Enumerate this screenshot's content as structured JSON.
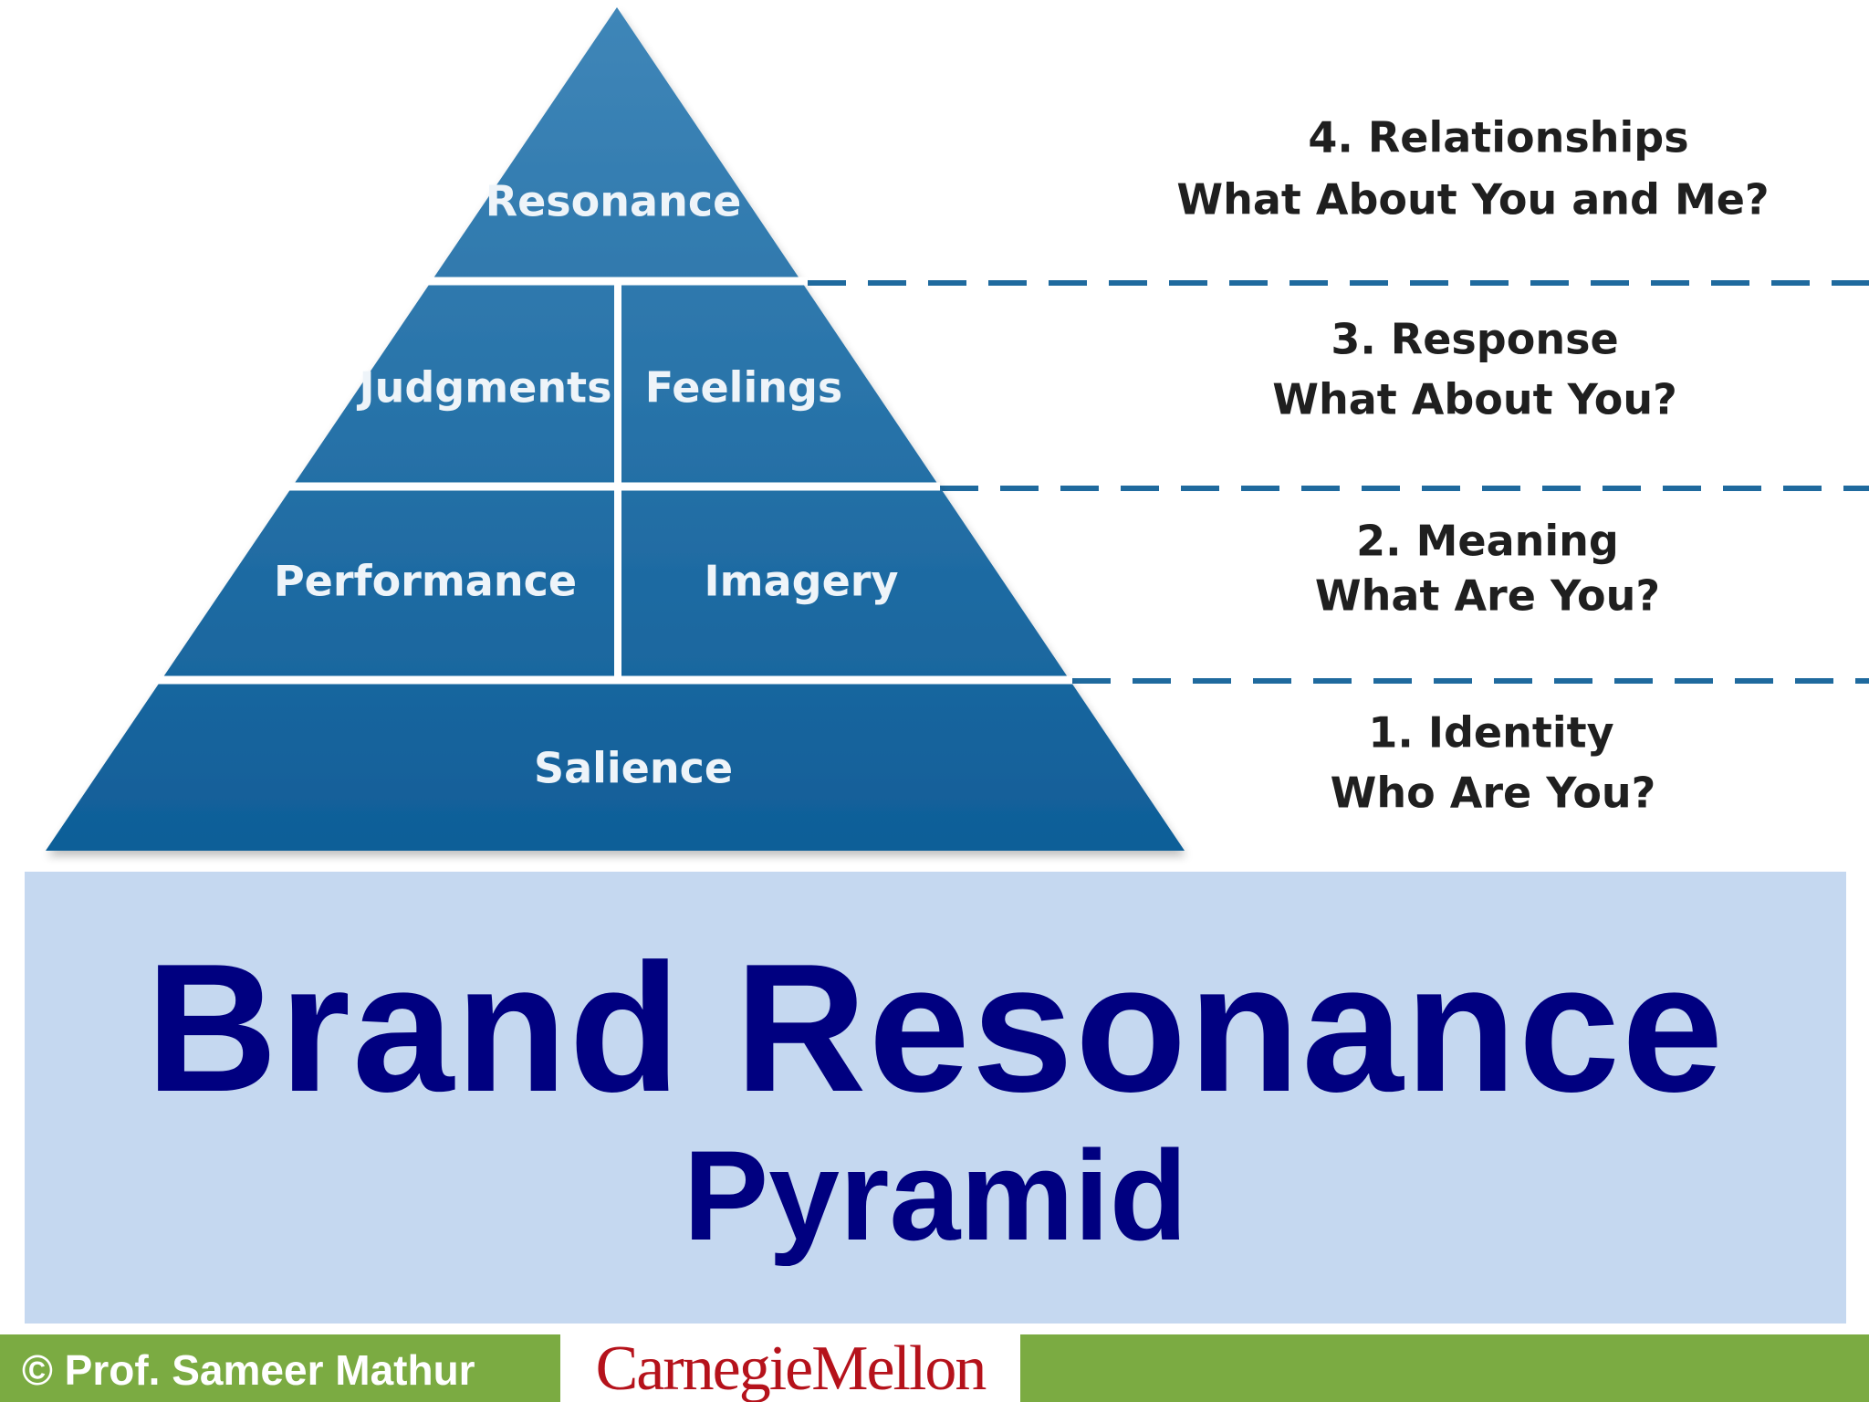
{
  "pyramid": {
    "resonance": "Resonance",
    "judgments": "Judgments",
    "feelings": "Feelings",
    "performance": "Performance",
    "imagery": "Imagery",
    "salience": "Salience"
  },
  "levels": [
    {
      "title": "4. Relationships",
      "question": "What About You and Me?"
    },
    {
      "title": "3. Response",
      "question": "What About You?"
    },
    {
      "title": "2. Meaning",
      "question": "What Are You?"
    },
    {
      "title": "1. Identity",
      "question": "Who Are You?"
    }
  ],
  "title": {
    "main": "Brand Resonance",
    "sub": "Pyramid"
  },
  "footer": {
    "copyright": "© Prof. Sameer Mathur",
    "logo_text": "CarnegieMellon"
  },
  "colors": {
    "pyramid_top": "#3f86b8",
    "pyramid_bottom": "#0f5e98",
    "dash": "#1f6a9e",
    "title_box": "#c5d8f0",
    "title_text": "#000080",
    "footer": "#7bab42",
    "logo_red": "#b5121b"
  }
}
